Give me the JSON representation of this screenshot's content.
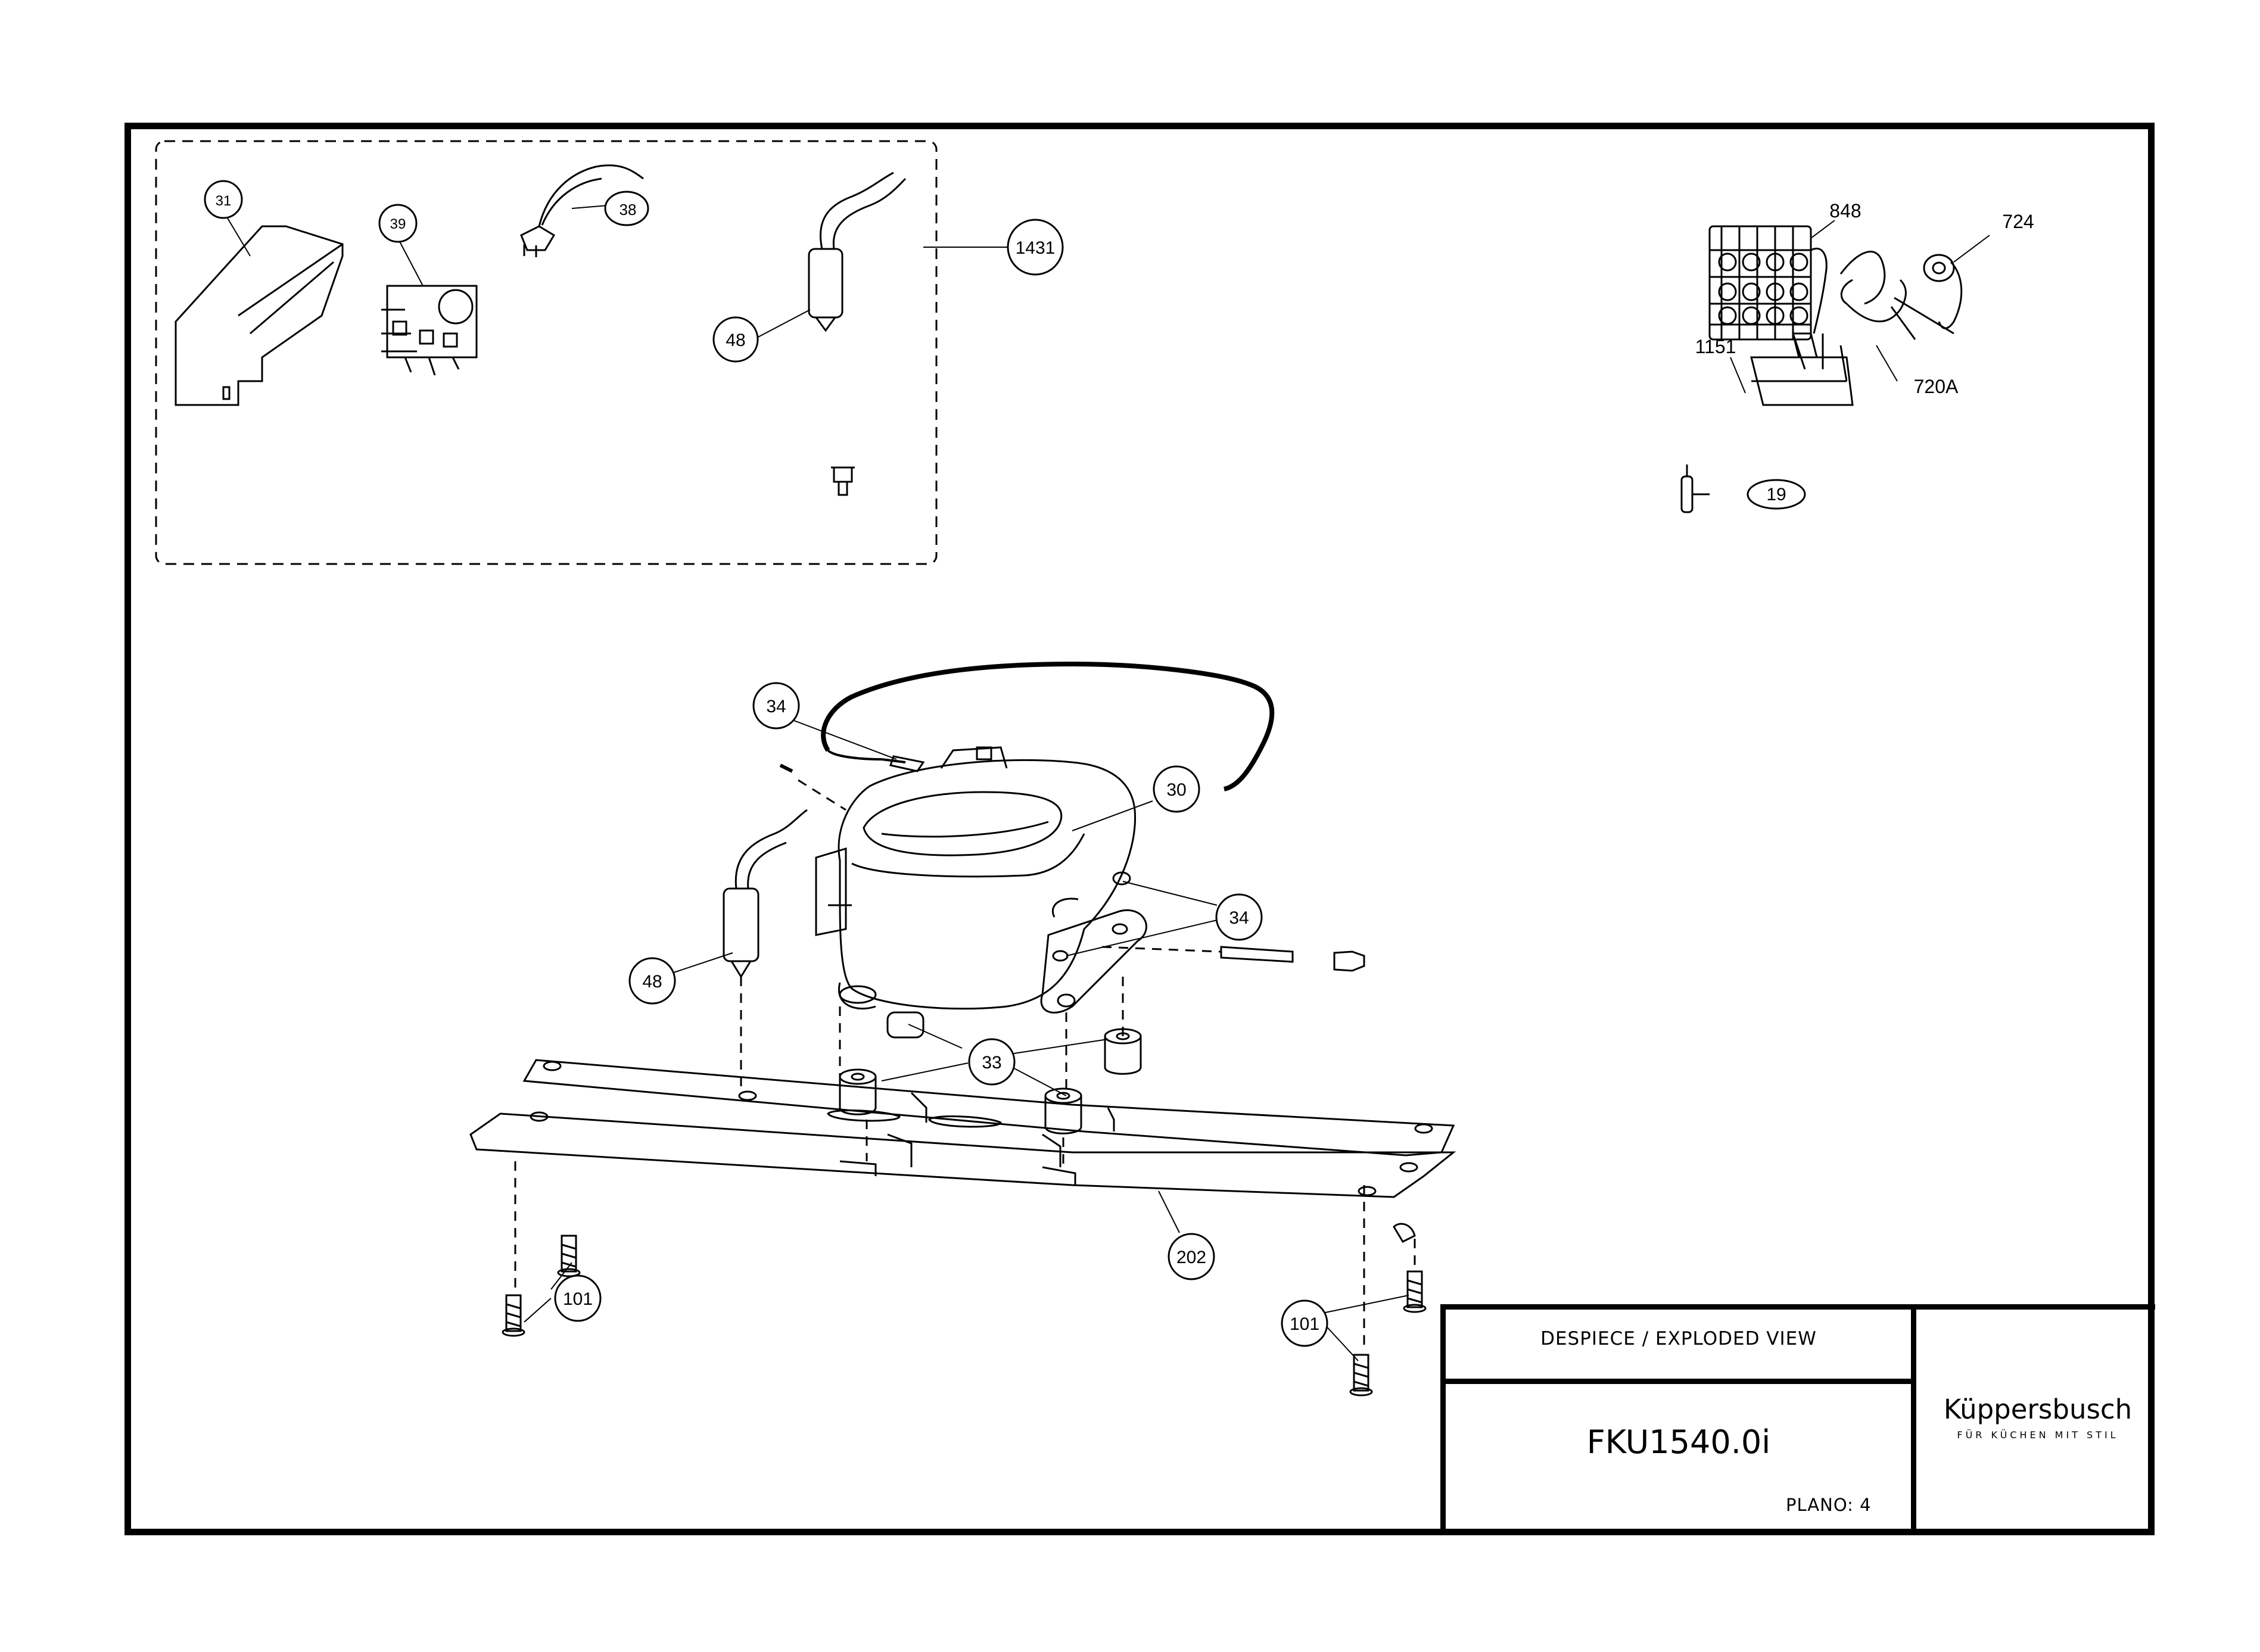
{
  "callouts": {
    "c31": "31",
    "c39": "39",
    "c38": "38",
    "c1431": "1431",
    "c48_top": "48",
    "c848": "848",
    "c724": "724",
    "c1151": "1151",
    "c720a": "720A",
    "c19": "19",
    "c34_top": "34",
    "c30": "30",
    "c34_right": "34",
    "c48_mid": "48",
    "c33": "33",
    "c202": "202",
    "c101_left": "101",
    "c101_right": "101"
  },
  "title_block": {
    "title": "DESPIECE / EXPLODED VIEW",
    "model": "FKU1540.0i",
    "plano": "PLANO: 4",
    "brand": "Küppersbusch",
    "tagline": "FÜR KÜCHEN MIT STIL"
  }
}
